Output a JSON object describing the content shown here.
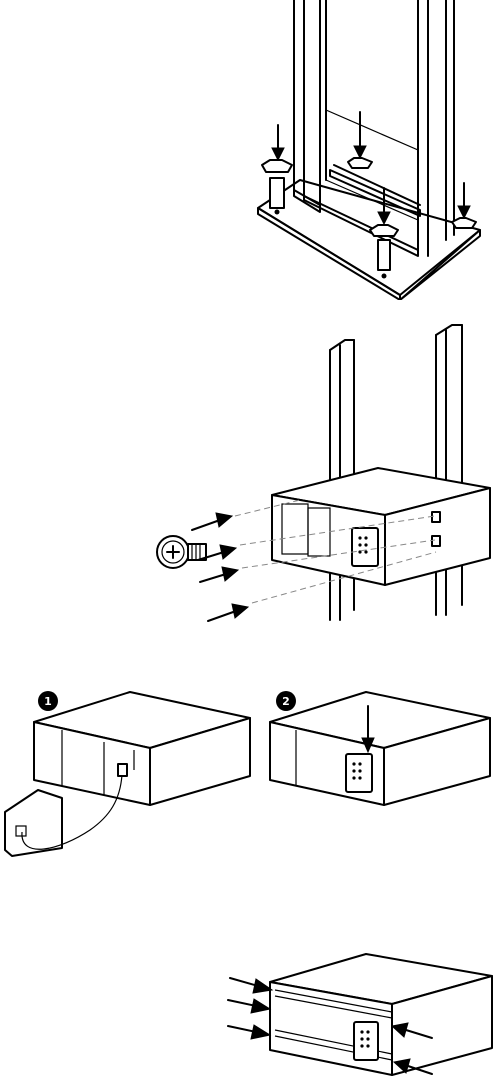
{
  "steps": [
    {
      "id": "rack-feet"
    },
    {
      "id": "rack-mount"
    },
    {
      "id": "phone-connect",
      "badges": [
        {
          "number": "1"
        },
        {
          "number": "2"
        }
      ]
    },
    {
      "id": "front-panel"
    }
  ],
  "colors": {
    "line": "#000000",
    "background": "#ffffff",
    "dashed": "#888888"
  }
}
